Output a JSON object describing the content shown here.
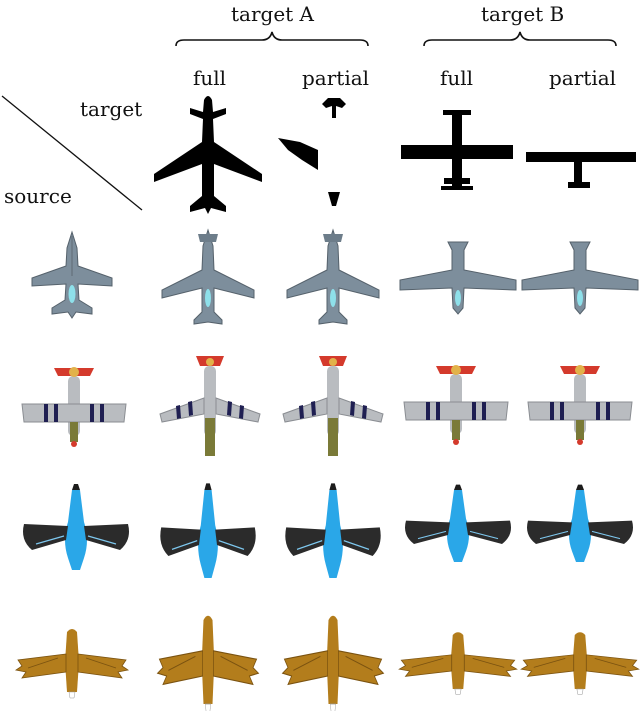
{
  "headers": {
    "target_a": "target A",
    "target_b": "target B",
    "full": "full",
    "partial": "partial",
    "target_row": "target",
    "source_col": "source"
  },
  "colors": {
    "silhouette": "#000000",
    "fighter_jet": "#7d8e9c",
    "p51_silver": "#b9bcc0",
    "p51_red": "#d43a2c",
    "p51_stripe": "#1f1f52",
    "p51_olive": "#7a7a38",
    "blue_bird": "#2aa7e8",
    "dark_wing": "#2b2b2b",
    "eagle_brown": "#b37d1c"
  },
  "rows": [
    {
      "name": "fighter-jet",
      "icon": "fighter-jet-icon"
    },
    {
      "name": "p51-mustang",
      "icon": "propeller-plane-icon"
    },
    {
      "name": "blue-bird",
      "icon": "bird-icon"
    },
    {
      "name": "golden-eagle",
      "icon": "eagle-icon"
    }
  ]
}
